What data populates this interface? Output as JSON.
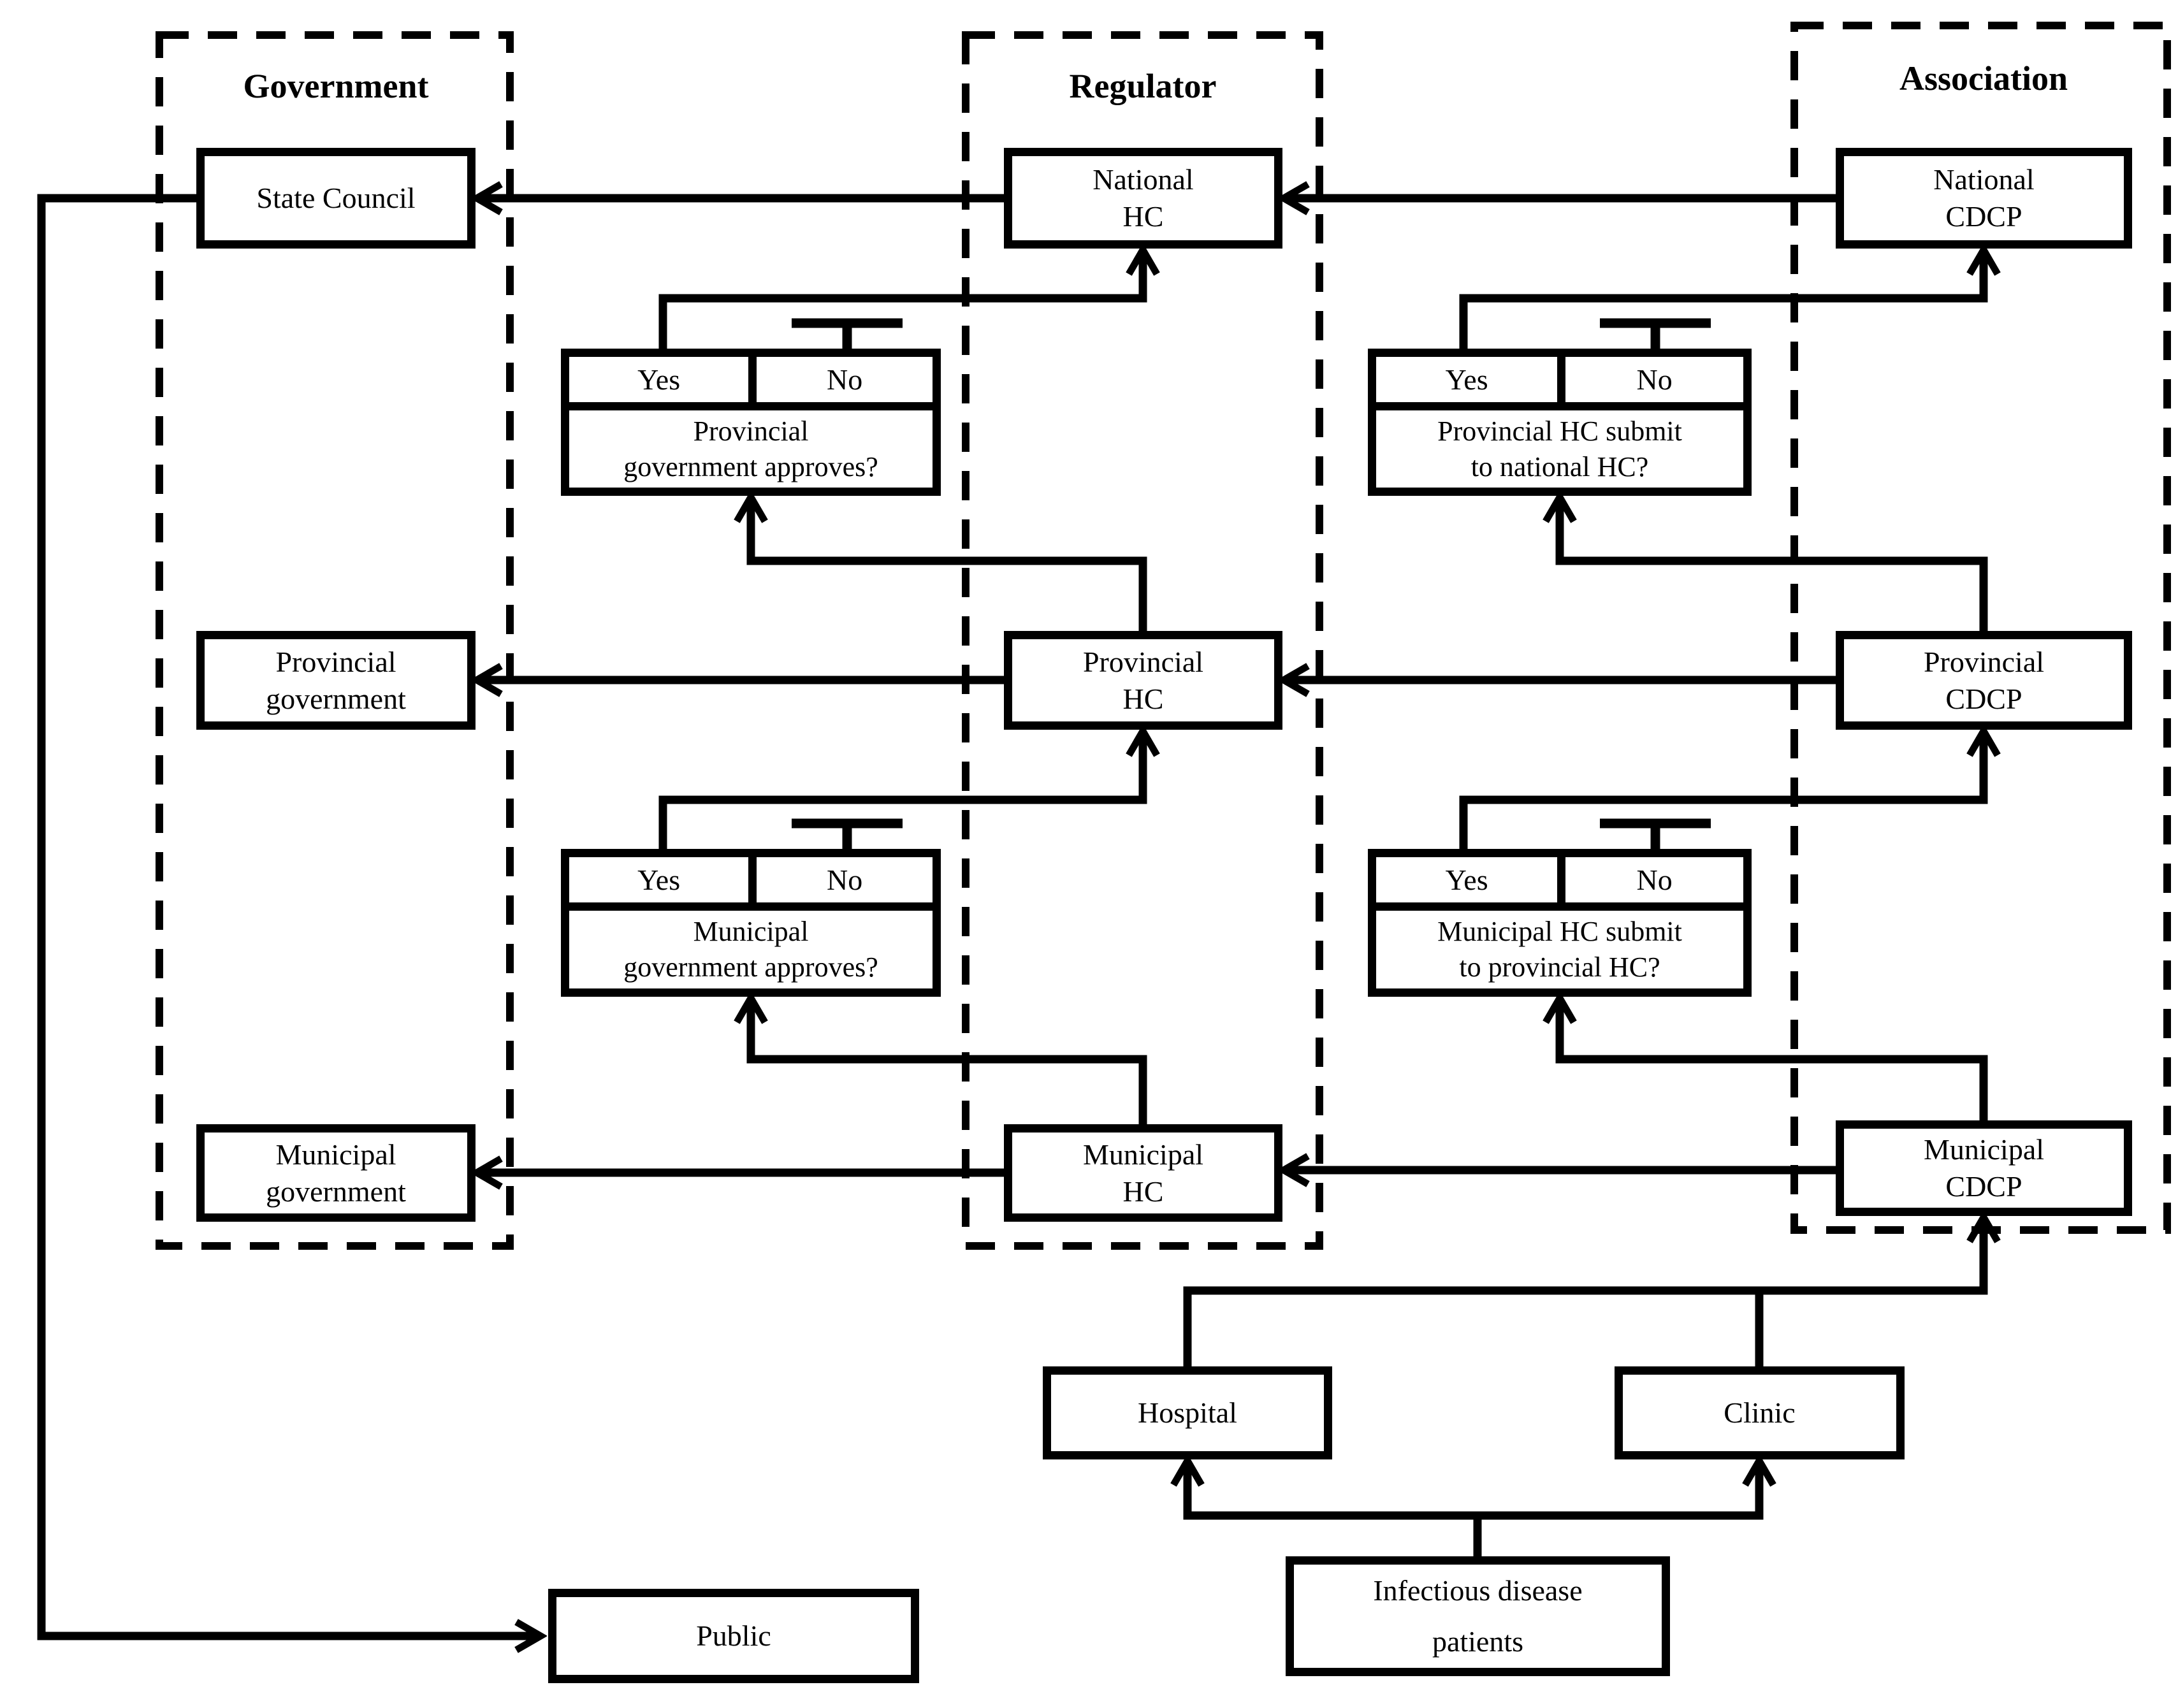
{
  "columns": {
    "government": {
      "title": "Government"
    },
    "regulator": {
      "title": "Regulator"
    },
    "association": {
      "title": "Association"
    }
  },
  "nodes": {
    "state_council": {
      "label": "State Council"
    },
    "national_hc": {
      "line1": "National",
      "line2": "HC"
    },
    "national_cdcp": {
      "line1": "National",
      "line2": "CDCP"
    },
    "provincial_government": {
      "line1": "Provincial",
      "line2": "government"
    },
    "provincial_hc": {
      "line1": "Provincial",
      "line2": "HC"
    },
    "provincial_cdcp": {
      "line1": "Provincial",
      "line2": "CDCP"
    },
    "municipal_government": {
      "line1": "Municipal",
      "line2": "government"
    },
    "municipal_hc": {
      "line1": "Municipal",
      "line2": "HC"
    },
    "municipal_cdcp": {
      "line1": "Municipal",
      "line2": "CDCP"
    },
    "hospital": {
      "label": "Hospital"
    },
    "clinic": {
      "label": "Clinic"
    },
    "public": {
      "label": "Public"
    },
    "infectious_disease_patients": {
      "line1": "Infectious disease",
      "line2": "patients"
    }
  },
  "decisions": {
    "provincial_government_approves": {
      "yes": "Yes",
      "no": "No",
      "question_line1": "Provincial",
      "question_line2": "government approves?"
    },
    "provincial_hc_submit": {
      "yes": "Yes",
      "no": "No",
      "question_line1": "Provincial HC submit",
      "question_line2": "to national HC?"
    },
    "municipal_government_approves": {
      "yes": "Yes",
      "no": "No",
      "question_line1": "Municipal",
      "question_line2": "government approves?"
    },
    "municipal_hc_submit": {
      "yes": "Yes",
      "no": "No",
      "question_line1": "Municipal HC submit",
      "question_line2": "to provincial HC?"
    }
  },
  "colors": {
    "ink": "#000000",
    "background": "#ffffff"
  }
}
